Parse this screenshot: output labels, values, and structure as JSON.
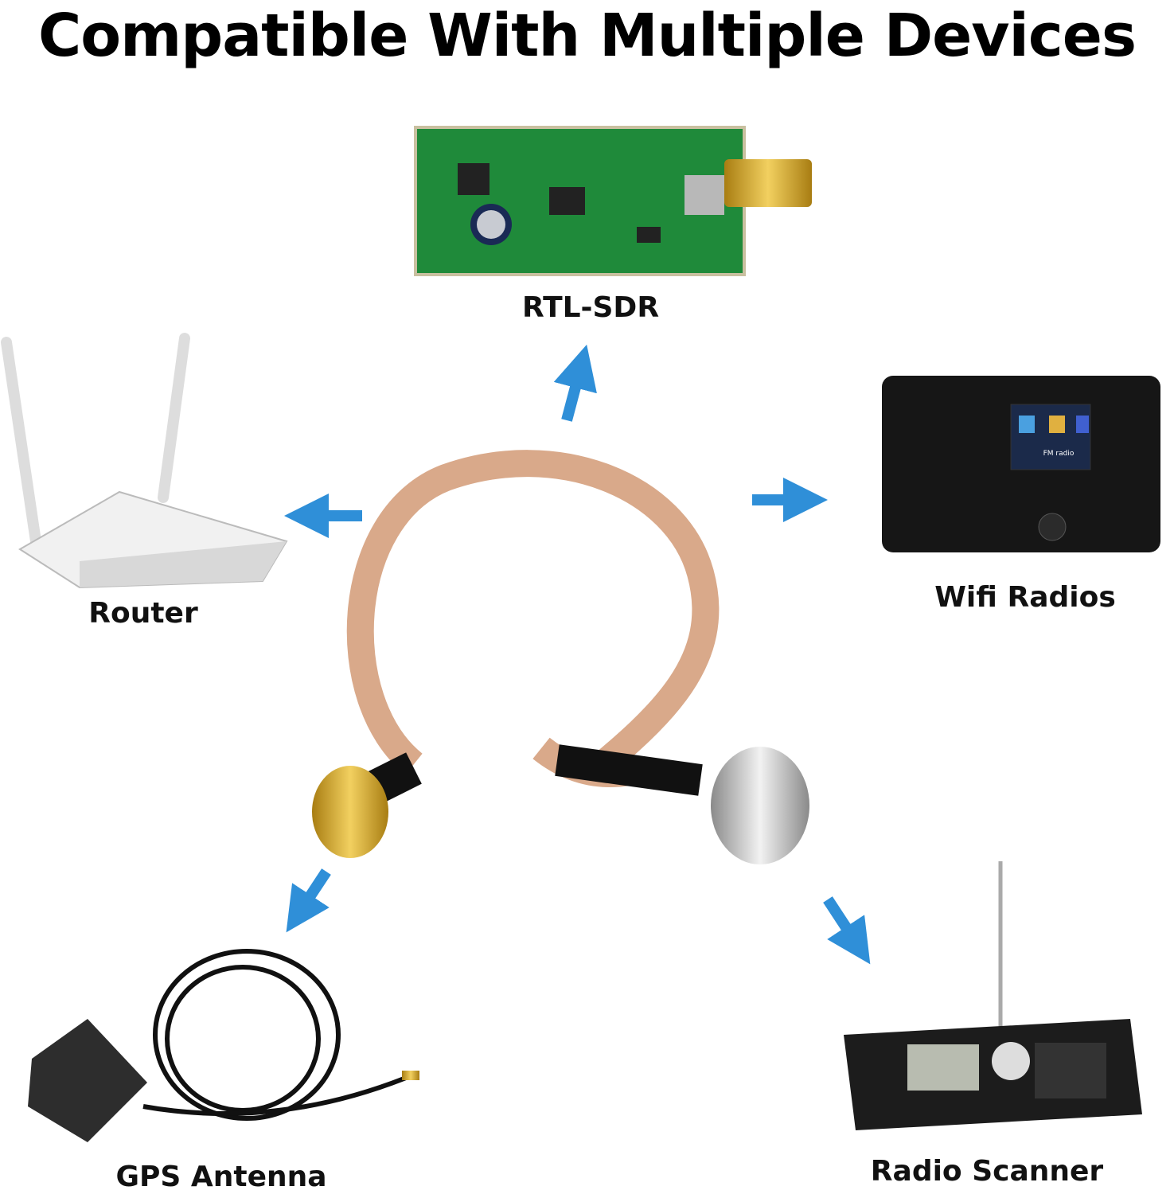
{
  "title": "Compatible With Multiple Devices",
  "devices": [
    {
      "label": "RTL-SDR"
    },
    {
      "label": "Router"
    },
    {
      "label": "Wifi Radios"
    },
    {
      "label": "GPS Antenna"
    },
    {
      "label": "Radio Scanner"
    }
  ],
  "radio_screen_text": "FM radio",
  "colors": {
    "arrow": "#2f8fd8",
    "pcb": "#1f8a3a",
    "cable": "#d9a98a",
    "gold": "#d4a82a"
  }
}
